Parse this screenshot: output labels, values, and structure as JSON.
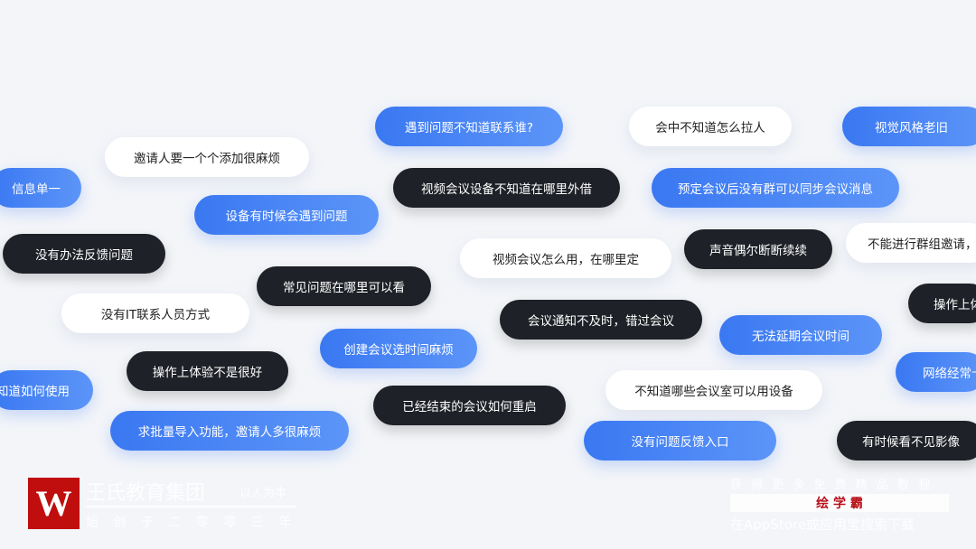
{
  "pills": [
    {
      "text": "信息单一"
    },
    {
      "text": "邀请人要一个个添加很麻烦"
    },
    {
      "text": "遇到问题不知道联系谁?"
    },
    {
      "text": "会中不知道怎么拉人"
    },
    {
      "text": "视觉风格老旧"
    },
    {
      "text": "视频会议设备不知道在哪里外借"
    },
    {
      "text": "预定会议后没有群可以同步会议消息"
    },
    {
      "text": "设备有时候会遇到问题"
    },
    {
      "text": "没有办法反馈问题"
    },
    {
      "text": "视频会议怎么用，在哪里定"
    },
    {
      "text": "声音偶尔断断续续"
    },
    {
      "text": "不能进行群组邀请，"
    },
    {
      "text": "常见问题在哪里可以看"
    },
    {
      "text": "没有IT联系人员方式"
    },
    {
      "text": "会议通知不及时，错过会议"
    },
    {
      "text": "操作上体"
    },
    {
      "text": "无法延期会议时间"
    },
    {
      "text": "创建会议选时间麻烦"
    },
    {
      "text": "知道如何使用"
    },
    {
      "text": "操作上体验不是很好"
    },
    {
      "text": "网络经常卡"
    },
    {
      "text": "不知道哪些会议室可以用设备"
    },
    {
      "text": "已经结束的会议如何重启"
    },
    {
      "text": "求批量导入功能，邀请人多很麻烦"
    },
    {
      "text": "没有问题反馈入口"
    },
    {
      "text": "有时候看不见影像"
    }
  ],
  "watermark_left": {
    "logo": "W",
    "name": "王氏教育集团",
    "motto": "以人为本",
    "since": "始 创 于 二 零 零 三 年"
  },
  "watermark_right": {
    "line1": "获 得 更 多 免 费 精 品 教 程",
    "brand": "绘 学 霸",
    "line3": "在AppStore或应用宝搜索下载"
  }
}
